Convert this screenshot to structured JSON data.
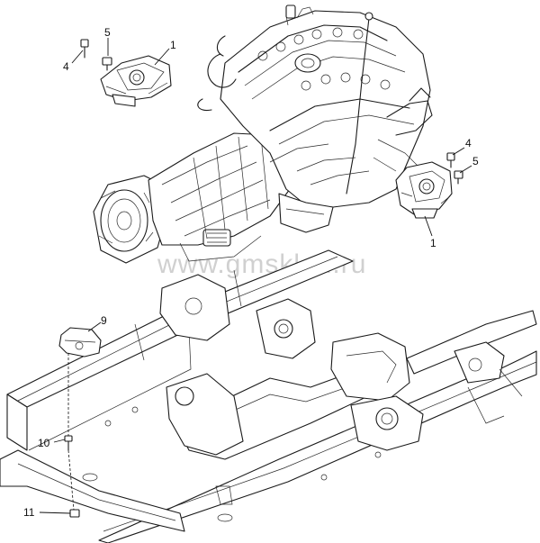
{
  "diagram": {
    "watermark": "www.gmsklad.ru",
    "callouts": [
      {
        "id": "c-1-left",
        "text": "1"
      },
      {
        "id": "c-5-left",
        "text": "5"
      },
      {
        "id": "c-4-left",
        "text": "4"
      },
      {
        "id": "c-4-right",
        "text": "4"
      },
      {
        "id": "c-5-right",
        "text": "5"
      },
      {
        "id": "c-1-right",
        "text": "1"
      },
      {
        "id": "c-9",
        "text": "9"
      },
      {
        "id": "c-10",
        "text": "10"
      },
      {
        "id": "c-11",
        "text": "11"
      }
    ]
  }
}
